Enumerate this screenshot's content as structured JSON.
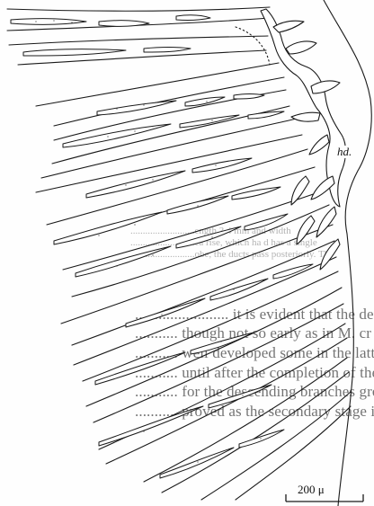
{
  "figure": {
    "label_hd": "hd.",
    "scale_bar_label": "200 μ"
  },
  "ghost_text": {
    "caption_lines": [
      "..........................ength 3.4 mm and width",
      "..........................ea rise, which ha d has a single",
      "..........................obe, the ducts pass posteriorly. Th"
    ],
    "body_lines": [
      "........................ it is evident that the descen",
      "........... though not so early as in M. cr",
      "........... well developed some in the latter",
      "........... until after the completion of the d",
      "........... for the descending branches grow from",
      "........... proved as the secondary stage is wan"
    ]
  }
}
